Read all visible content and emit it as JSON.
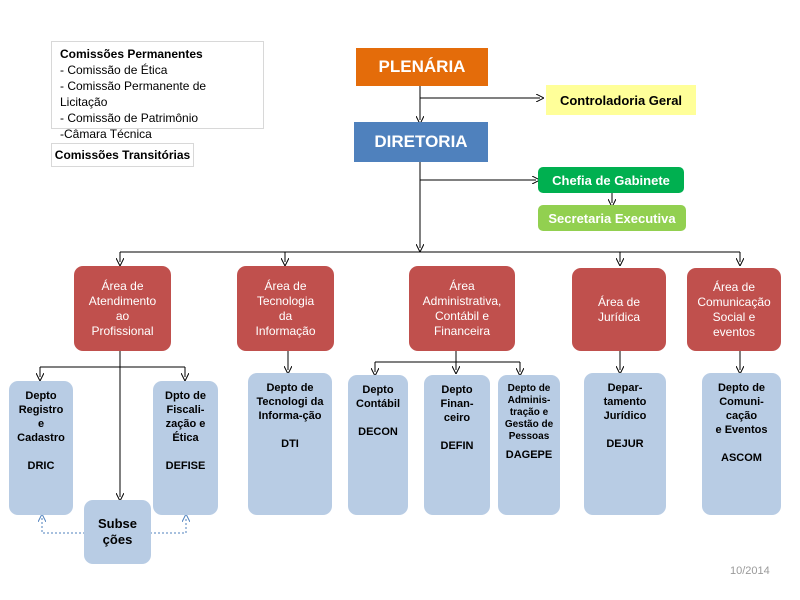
{
  "legend": {
    "title": "Comissões Permanentes",
    "items": [
      "- Comissão de Ética",
      "- Comissão Permanente de Licitação",
      "- Comissão de Patrimônio",
      "-Câmara Técnica"
    ]
  },
  "transitorias": "Comissões Transitórias",
  "plenaria": "PLENÁRIA",
  "controladoria": "Controladoria Geral",
  "diretoria": "DIRETORIA",
  "chefia": "Chefia de Gabinete",
  "secretaria": "Secretaria Executiva",
  "areas": [
    {
      "label": "Área de\nAtendimento\nao\nProfissional"
    },
    {
      "label": "Área de\nTecnologia\nda\nInformação"
    },
    {
      "label": "Área\nAdministrativa,\nContábil e\nFinanceira"
    },
    {
      "label": "Área de\nJurídica"
    },
    {
      "label": "Área de\nComunicação\nSocial e\neventos"
    }
  ],
  "depts": [
    {
      "name": "Depto\nRegistro\ne\nCadastro",
      "code": "DRIC"
    },
    {
      "name": "Dpto de\nFiscali-\nzação e\nÉtica",
      "code": "DEFISE"
    },
    {
      "name": "Depto de\nTecnologi da\nInforma-ção",
      "code": "DTI"
    },
    {
      "name": "Depto\nContábil",
      "code": "DECON"
    },
    {
      "name": "Depto\nFinan-\nceiro",
      "code": "DEFIN"
    },
    {
      "name": "Depto de\nAdminis-\ntração e\nGestão de\nPessoas",
      "code": "DAGEPE"
    },
    {
      "name": "Depar-\ntamento\nJurídico",
      "code": "DEJUR"
    },
    {
      "name": "Depto de\nComuni-\ncação\ne Eventos",
      "code": "ASCOM"
    }
  ],
  "subsecoes": "Subse\nções",
  "date": "10/2014",
  "colors": {
    "plenaria": "#e46c0a",
    "diretoria": "#4f81bd",
    "controladoria": "#ffff99",
    "chefia": "#00b050",
    "secretaria": "#92d050",
    "area": "#c0504d",
    "dept": "#b8cce4"
  }
}
